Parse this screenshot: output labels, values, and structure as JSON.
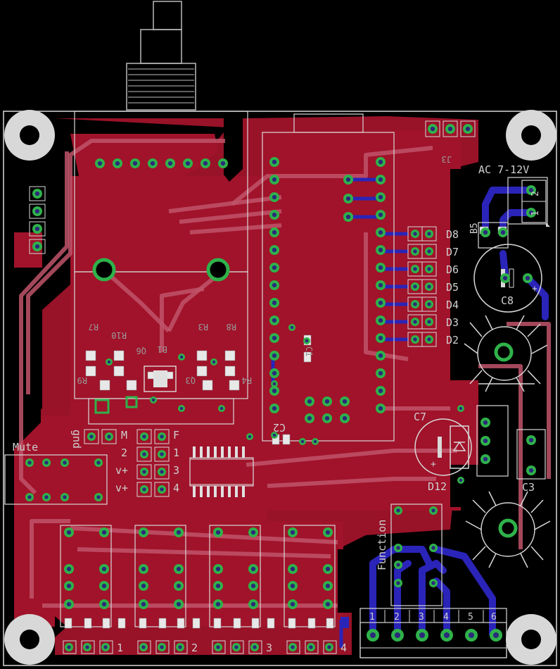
{
  "board": {
    "labels": {
      "power": "AC 7-12V",
      "mute": "Mute",
      "gnd": "gnd",
      "function": "Function",
      "m": "M",
      "f": "F",
      "two": "2",
      "one": "1",
      "vplus_a": "v+",
      "three": "3",
      "vplus_b": "v+",
      "four": "4",
      "c2": "C2",
      "c7": "C7",
      "c8": "C8",
      "c3": "C3",
      "d12": "D12",
      "b5": "B5",
      "b1": "B1",
      "r7": "R7",
      "r10": "R10",
      "q6": "Q6",
      "r3": "R3",
      "r8": "R8",
      "r9": "R9",
      "q3": "Q3",
      "r4": "R4",
      "c1": "C1",
      "j3": "J3",
      "term_2": "2",
      "term_1": "1"
    },
    "digital_pins": [
      "D8",
      "D7",
      "D6",
      "D5",
      "D4",
      "D3",
      "D2"
    ],
    "bottom_channels": [
      "1",
      "2",
      "3",
      "4"
    ],
    "terminal_numbers": [
      "1",
      "2",
      "3",
      "4",
      "5",
      "6"
    ]
  },
  "colors": {
    "background": "#000000",
    "top_copper": "#a0132a",
    "bottom_copper": "#2a24b8",
    "silkscreen": "#cfcfcf",
    "pad": "#2fb24a",
    "drill": "#2a2a7a",
    "outline": "#d8d8d8"
  }
}
